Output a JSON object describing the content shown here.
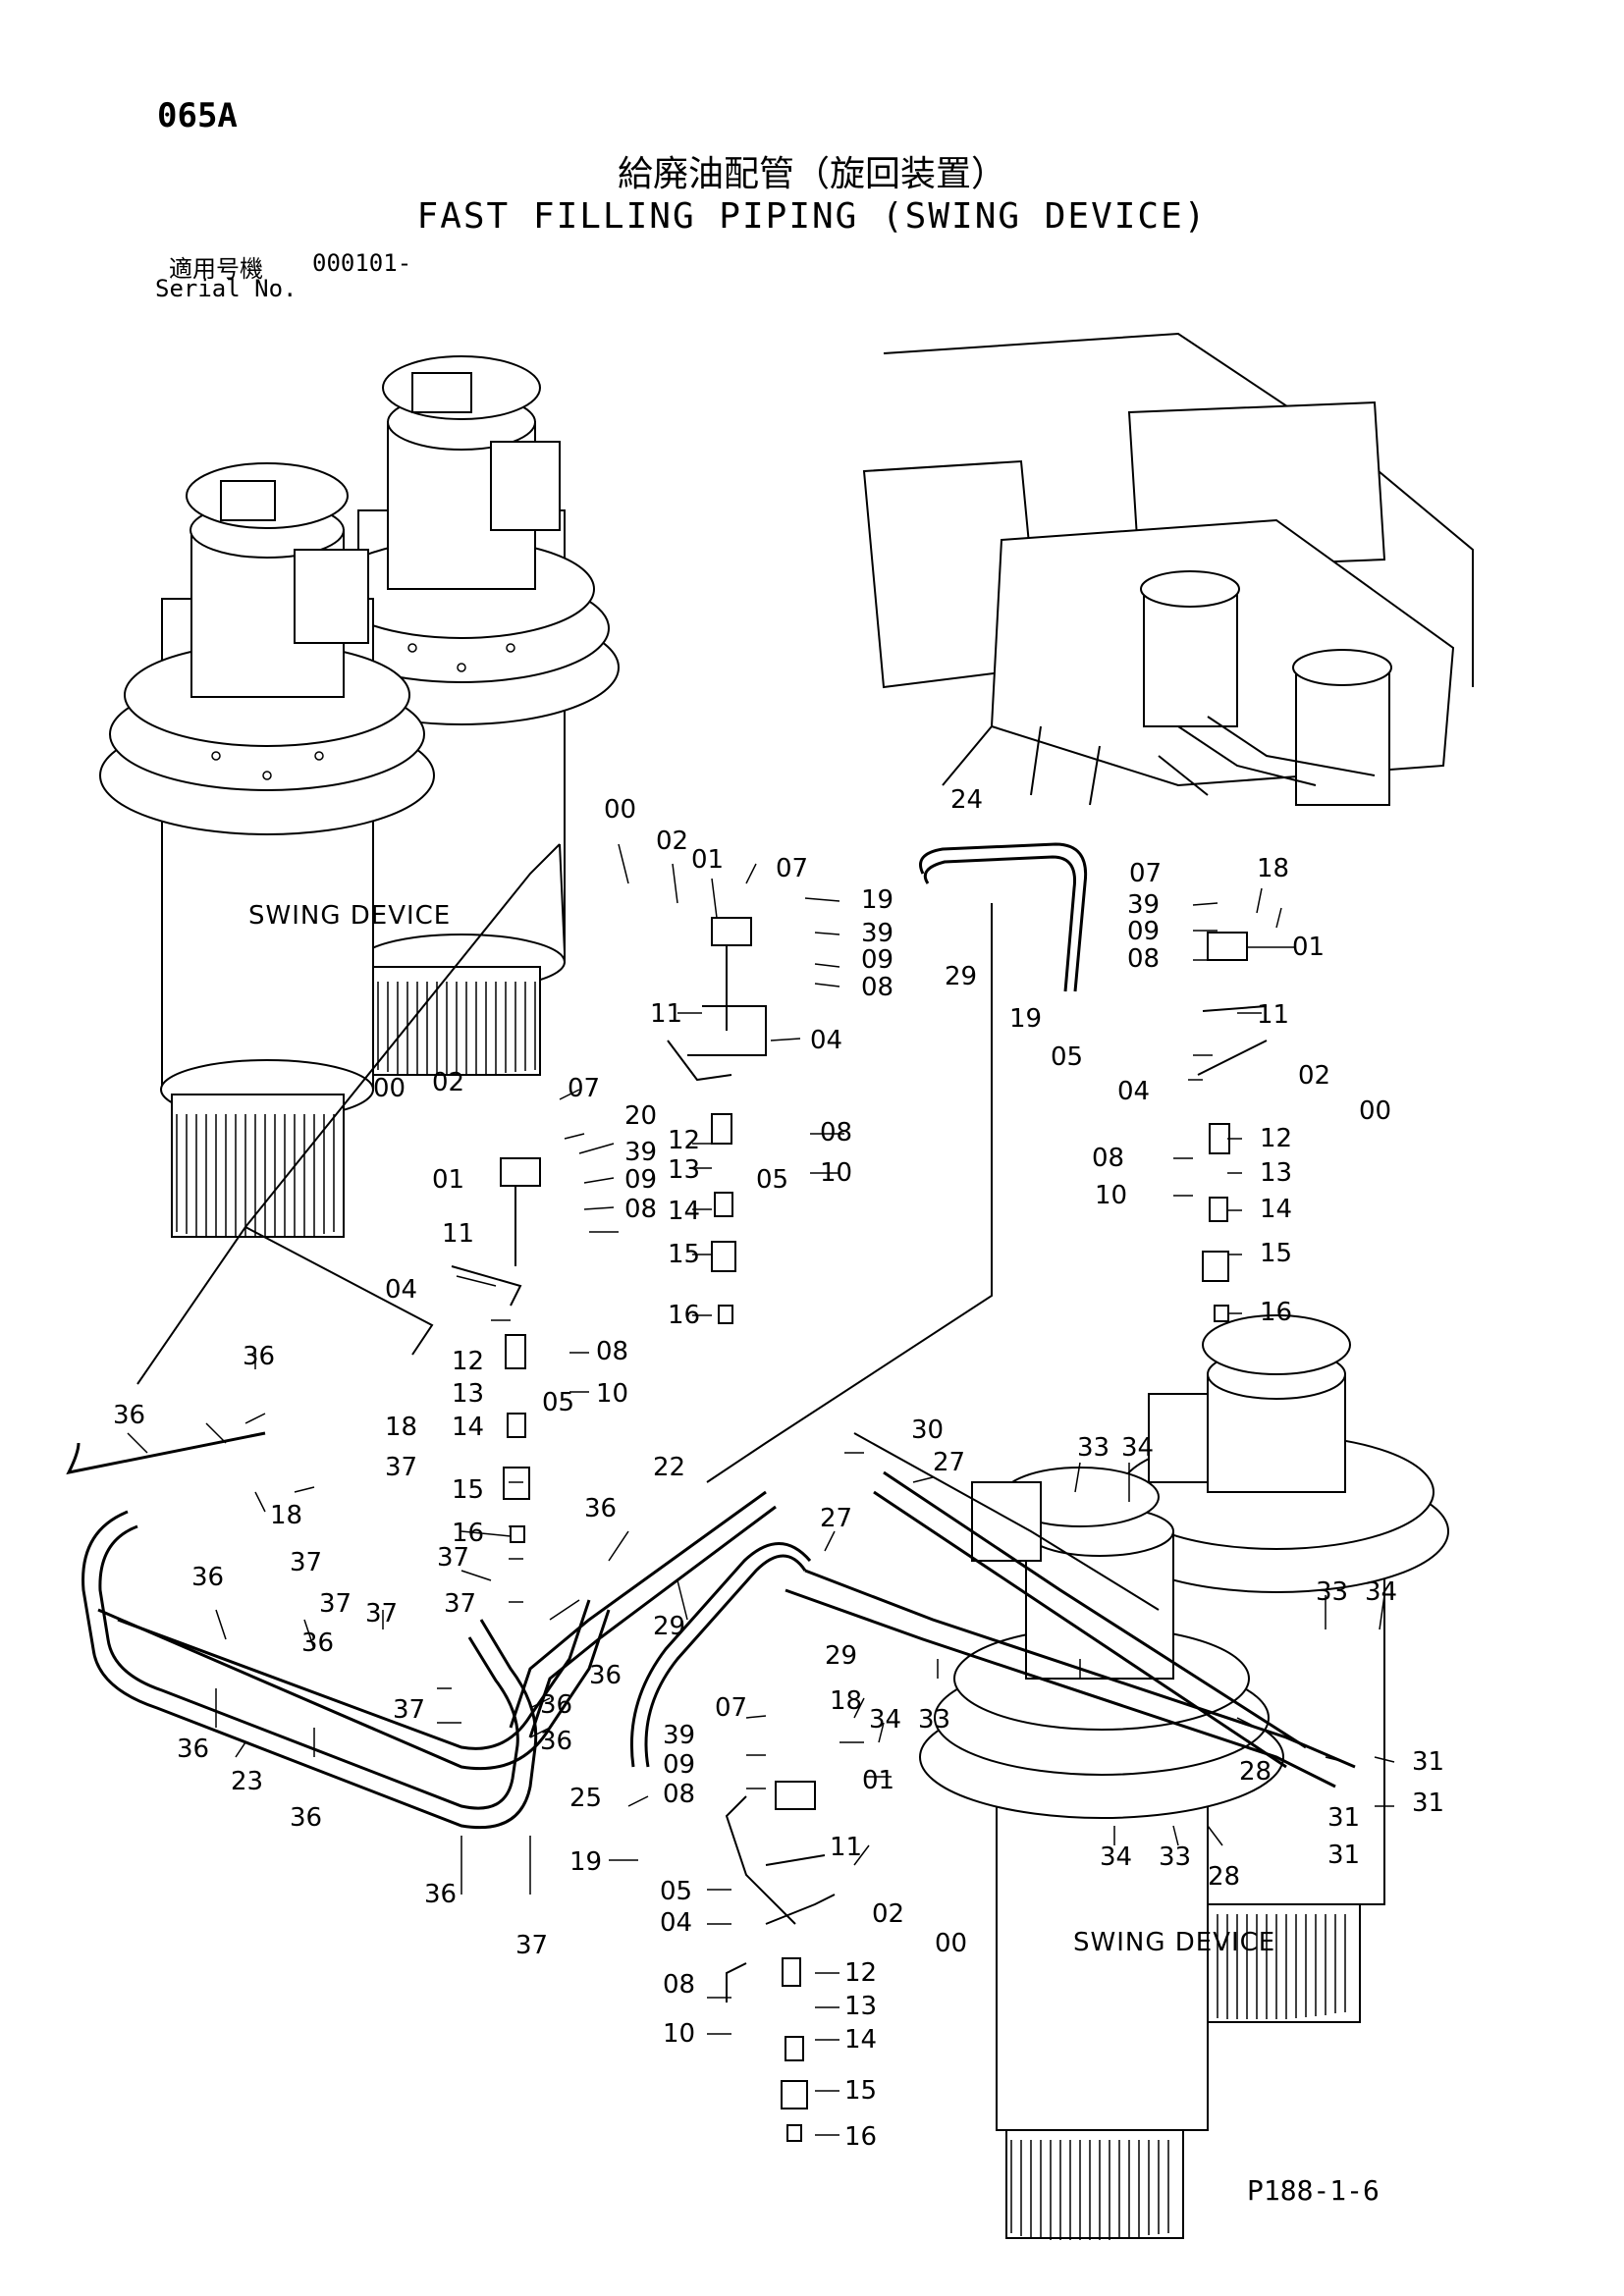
{
  "header": {
    "page_code": "065A",
    "title_jp": "給廃油配管（旋回装置）",
    "title_en": "FAST FILLING PIPING (SWING DEVICE)",
    "serial_label_jp": "適用号機",
    "serial_value": "000101-",
    "serial_label_en": "Serial No."
  },
  "diagram": {
    "device_labels": [
      "SWING DEVICE",
      "SWING DEVICE"
    ],
    "callouts": {
      "c00": "00",
      "c01": "01",
      "c02": "02",
      "c04": "04",
      "c05": "05",
      "c07": "07",
      "c08": "08",
      "c09": "09",
      "c10": "10",
      "c11": "11",
      "c12": "12",
      "c13": "13",
      "c14": "14",
      "c15": "15",
      "c16": "16",
      "c18": "18",
      "c19": "19",
      "c20": "20",
      "c22": "22",
      "c23": "23",
      "c24": "24",
      "c25": "25",
      "c27": "27",
      "c28": "28",
      "c29": "29",
      "c30": "30",
      "c31": "31",
      "c33": "33",
      "c34": "34",
      "c36": "36",
      "c37": "37",
      "c39": "39"
    }
  },
  "footer": {
    "ref": "P188-1-6"
  }
}
